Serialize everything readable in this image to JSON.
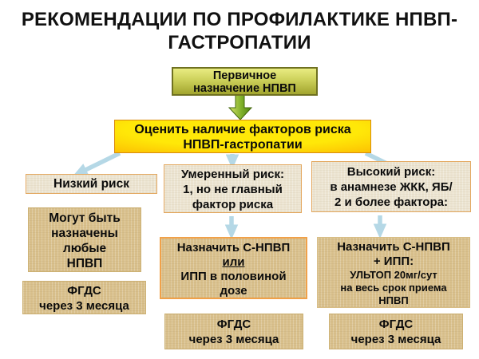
{
  "slide": {
    "title_lines": [
      "РЕКОМЕНДАЦИИ ПО ПРОФИЛАКТИКЕ НПВП-",
      "ГАСТРОПАТИИ"
    ]
  },
  "flow": {
    "start": {
      "lines": [
        "Первичное",
        "назначение НПВП"
      ]
    },
    "assess": {
      "lines": [
        "Оценить наличие факторов риска",
        "НПВП-гастропатии"
      ]
    }
  },
  "branches": {
    "low": {
      "risk_lines": [
        "Низкий риск"
      ],
      "action_lines": [
        "Могут быть",
        "назначены",
        "любые",
        "НПВП"
      ],
      "followup_lines": [
        "ФГДС",
        "через 3 месяца"
      ]
    },
    "moderate": {
      "risk_lines": [
        "Умеренный риск:",
        "1, но не главный",
        "фактор риска"
      ],
      "action_lines": [
        "Назначить С-НПВП",
        "или",
        "ИПП в половиной",
        "дозе"
      ],
      "followup_lines": [
        "ФГДС",
        "через 3 месяца"
      ]
    },
    "high": {
      "risk_lines": [
        "Высокий риск:",
        "в анамнезе ЖКК, ЯБ/",
        "2 и более фактора:"
      ],
      "action_lines": [
        "Назначить С-НПВП",
        "+ ИПП:",
        "УЛЬТОП 20мг/сут",
        "на весь срок приема",
        "НПВП"
      ],
      "followup_lines": [
        "ФГДС",
        "через 3 месяца"
      ]
    }
  },
  "icons": {
    "flow_connector": "green-down-arrow-icon",
    "branch_connector": "blue-arrow-icon"
  },
  "colors": {
    "background": "#ffffff",
    "title_text": "#111111",
    "start_box_top": "#e9ec82",
    "start_box_bottom": "#a2a52e",
    "start_box_border": "#6f7120",
    "assess_box_center": "#ffe808",
    "assess_box_edge": "#ee8500",
    "green_arrow": "#7fb02a",
    "blue_arrow": "#b5d8e6",
    "risk_box_fill": "#ece4d1",
    "risk_box_border": "#e3a75e",
    "action_box_fill": "#d9c08c",
    "action_box_border_accent": "#f0a149",
    "body_text": "#000000"
  }
}
